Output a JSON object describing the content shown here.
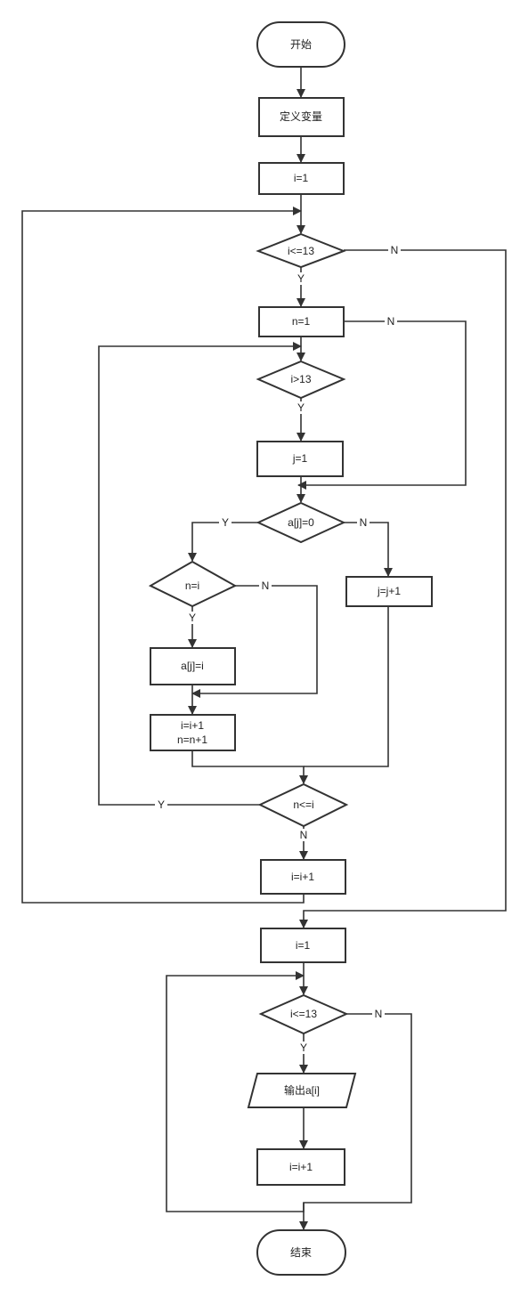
{
  "nodes": {
    "start": "开始",
    "define_vars": "定义变量",
    "init_i": "i=1",
    "cond_i_le_13": "i<=13",
    "init_n": "n=1",
    "cond_i_gt_13": "i>13",
    "init_j": "j=1",
    "cond_aj_eq_0": "a[j]=0",
    "cond_n_eq_i": "n=i",
    "assign_aj": "a[j]=i",
    "inc_j": "j=j+1",
    "inc_i_n_line1": "i=i+1",
    "inc_i_n_line2": "n=n+1",
    "cond_n_le_i": "n<=i",
    "inc_i_outer": "i=i+1",
    "init_i_output": "i=1",
    "cond_output_i_le_13": "i<=13",
    "output_ai": "输出a[i]",
    "inc_i_output": "i=i+1",
    "end": "结束"
  },
  "edge_labels": {
    "yes": "Y",
    "no": "N"
  }
}
